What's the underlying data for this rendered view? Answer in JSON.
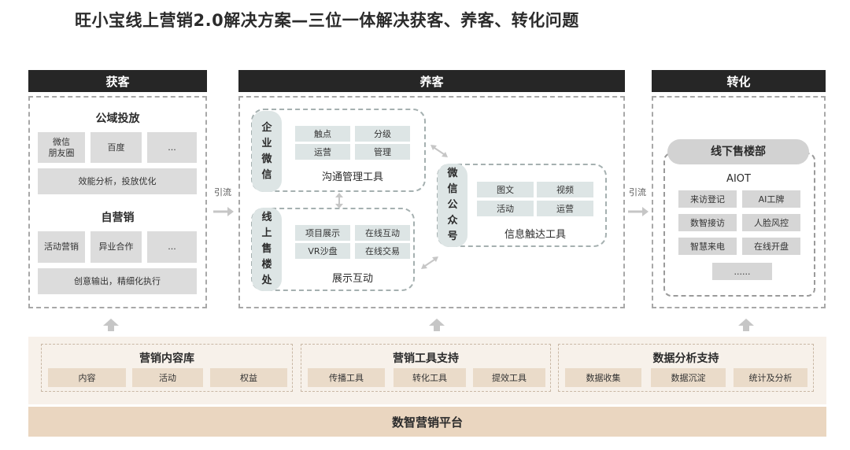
{
  "title": "旺小宝线上营销2.0解决方案—三位一体解决获客、养客、转化问题",
  "columns": {
    "acquire": {
      "header": "获客",
      "public": {
        "title": "公域投放",
        "items": [
          "微信\n朋友圈",
          "百度",
          "..."
        ],
        "footer": "效能分析，投放优化"
      },
      "self": {
        "title": "自营销",
        "items": [
          "活动营销",
          "异业合作",
          "..."
        ],
        "footer": "创意输出，精细化执行"
      }
    },
    "nurture": {
      "header": "养客",
      "wecom": {
        "pill": "企业微信",
        "cells": [
          "触点",
          "分级",
          "运营",
          "管理"
        ],
        "label": "沟通管理工具"
      },
      "show": {
        "pill": "线上售楼处",
        "cells": [
          "项目展示",
          "在线互动",
          "VR沙盘",
          "在线交易"
        ],
        "label": "展示互动"
      },
      "official": {
        "pill": "微信公众号",
        "cells": [
          "图文",
          "视频",
          "活动",
          "运营"
        ],
        "label": "信息触达工具"
      }
    },
    "convert": {
      "header": "转化",
      "pill": "线下售楼部",
      "aiot": "AIOT",
      "cells": [
        "来访登记",
        "AI工牌",
        "数智接访",
        "人脸风控",
        "智慧来电",
        "在线开盘"
      ],
      "more": "......"
    }
  },
  "flow_label_1": "引流",
  "flow_label_2": "引流",
  "bottom": {
    "groups": [
      {
        "title": "营销内容库",
        "items": [
          "内容",
          "活动",
          "权益"
        ]
      },
      {
        "title": "营销工具支持",
        "items": [
          "传播工具",
          "转化工具",
          "提效工具"
        ]
      },
      {
        "title": "数据分析支持",
        "items": [
          "数据收集",
          "数据沉淀",
          "统计及分析"
        ]
      }
    ],
    "platform": "数智营销平台"
  },
  "colors": {
    "header_bg": "#262626",
    "grey_cell": "#dcdcdc",
    "teal_cell": "#dde5e5",
    "beige_cell": "#eadbc9",
    "platform_bg": "#ead6c0"
  }
}
